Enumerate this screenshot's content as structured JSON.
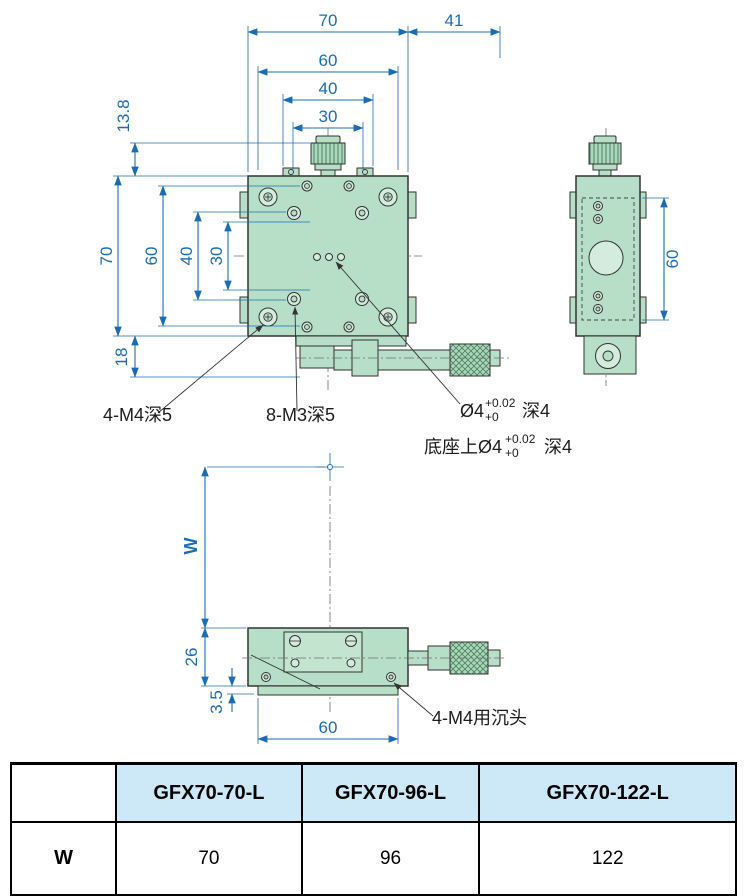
{
  "colors": {
    "dimension_blue": "#1a6db5",
    "body_green": "#b7dec6",
    "outline": "#333333",
    "table_header_bg": "#cde9f7"
  },
  "front_view": {
    "dims_top": {
      "d70": "70",
      "d41": "41",
      "d60": "60",
      "d40": "40",
      "d30": "30"
    },
    "dims_left": {
      "d13_8": "13.8",
      "d70": "70",
      "d60": "60",
      "d40": "40",
      "d30": "30",
      "d18": "18"
    }
  },
  "side_view": {
    "dims": {
      "d60": "60"
    }
  },
  "bottom_view": {
    "dims": {
      "dW": "W",
      "d26": "26",
      "d3_5": "3.5",
      "d60": "60"
    }
  },
  "annotations": {
    "m4_label": "4-M4深5",
    "m3_label": "8-M3深5",
    "hole_prefix": "Ø4",
    "hole_tol_upper": "+0.02",
    "hole_tol_lower": "+0",
    "hole_suffix": "深4",
    "base_hole_prefix": "底座上Ø4",
    "base_tol_upper": "+0.02",
    "base_tol_lower": "+0",
    "base_hole_suffix": "深4",
    "countersink_label": "4-M4用沉头"
  },
  "table": {
    "header": [
      "",
      "GFX70-70-L",
      "GFX70-96-L",
      "GFX70-122-L"
    ],
    "row_label": "W",
    "row_values": [
      "70",
      "96",
      "122"
    ]
  }
}
